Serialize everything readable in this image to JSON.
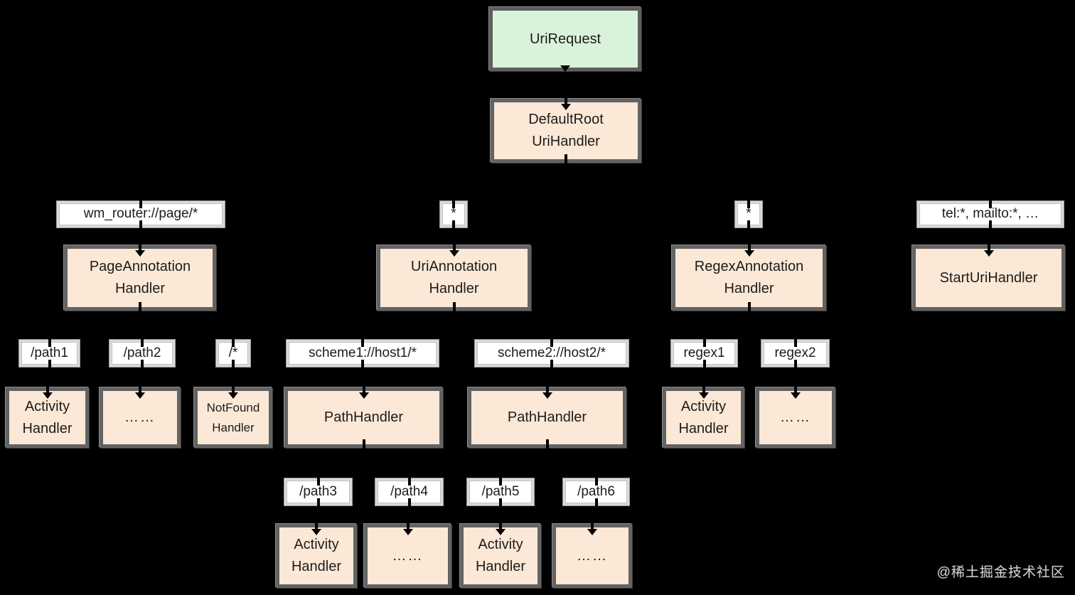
{
  "watermark": "@稀土掘金技术社区",
  "colors": {
    "background": "#000000",
    "request_fill": "#d9f3da",
    "handler_fill": "#fce8d6",
    "matcher_fill": "#ffffff",
    "box_border": "#5e5e5e",
    "text": "#1c1c1c"
  },
  "rows": {
    "request": {
      "label": "UriRequest"
    },
    "root": {
      "line1": "DefaultRoot",
      "line2": "UriHandler"
    },
    "matchers1": [
      "wm_router://page/*",
      "*",
      "*",
      "tel:*, mailto:*, …"
    ],
    "handlers1": [
      {
        "line1": "PageAnnotation",
        "line2": "Handler"
      },
      {
        "line1": "UriAnnotation",
        "line2": "Handler"
      },
      {
        "line1": "RegexAnnotation",
        "line2": "Handler"
      },
      {
        "line1": "StartUriHandler"
      }
    ],
    "matchers2": [
      "/path1",
      "/path2",
      "/*",
      "scheme1://host1/*",
      "scheme2://host2/*",
      "regex1",
      "regex2"
    ],
    "handlers2": [
      {
        "line1": "Activity",
        "line2": "Handler"
      },
      {
        "line1": "……"
      },
      {
        "line1": "NotFound",
        "line2": "Handler"
      },
      {
        "line1": "PathHandler"
      },
      {
        "line1": "PathHandler"
      },
      {
        "line1": "Activity",
        "line2": "Handler"
      },
      {
        "line1": "……"
      }
    ],
    "matchers3": [
      "/path3",
      "/path4",
      "/path5",
      "/path6"
    ],
    "handlers3": [
      {
        "line1": "Activity",
        "line2": "Handler"
      },
      {
        "line1": "……"
      },
      {
        "line1": "Activity",
        "line2": "Handler"
      },
      {
        "line1": "……"
      }
    ]
  }
}
